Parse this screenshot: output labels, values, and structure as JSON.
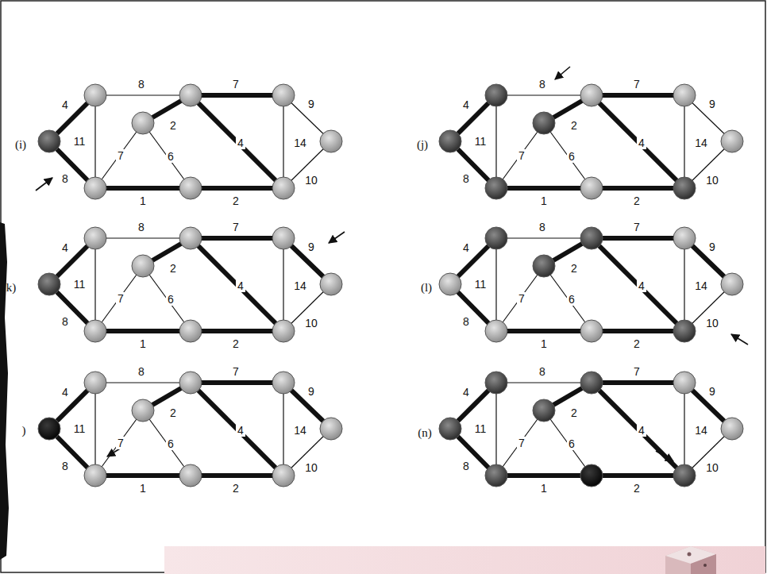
{
  "diagram": {
    "labels": [
      "(i)",
      "4",
      "8",
      "7",
      "9",
      "11",
      "7",
      "2",
      "6",
      "4",
      "14",
      "8",
      "1",
      "2",
      "10",
      "(j)",
      "4",
      "8",
      "7",
      "9",
      "11",
      "7",
      "2",
      "6",
      "4",
      "14",
      "8",
      "1",
      "2",
      "10",
      "k)",
      "4",
      "8",
      "7",
      "9",
      "11",
      "7",
      "2",
      "6",
      "4",
      "14",
      "8",
      "1",
      "2",
      "10",
      "(l)",
      "4",
      "8",
      "7",
      "9",
      "11",
      "7",
      "2",
      "6",
      "4",
      "14",
      "8",
      "1",
      "2",
      "10",
      ")",
      "4",
      "8",
      "7",
      "9",
      "11",
      "7",
      "2",
      "6",
      "4",
      "14",
      "8",
      "1",
      "2",
      "10",
      "(n)",
      "4",
      "8",
      "7",
      "9",
      "11",
      "7",
      "2",
      "6",
      "4",
      "14",
      "8",
      "1",
      "2",
      "10"
    ]
  }
}
